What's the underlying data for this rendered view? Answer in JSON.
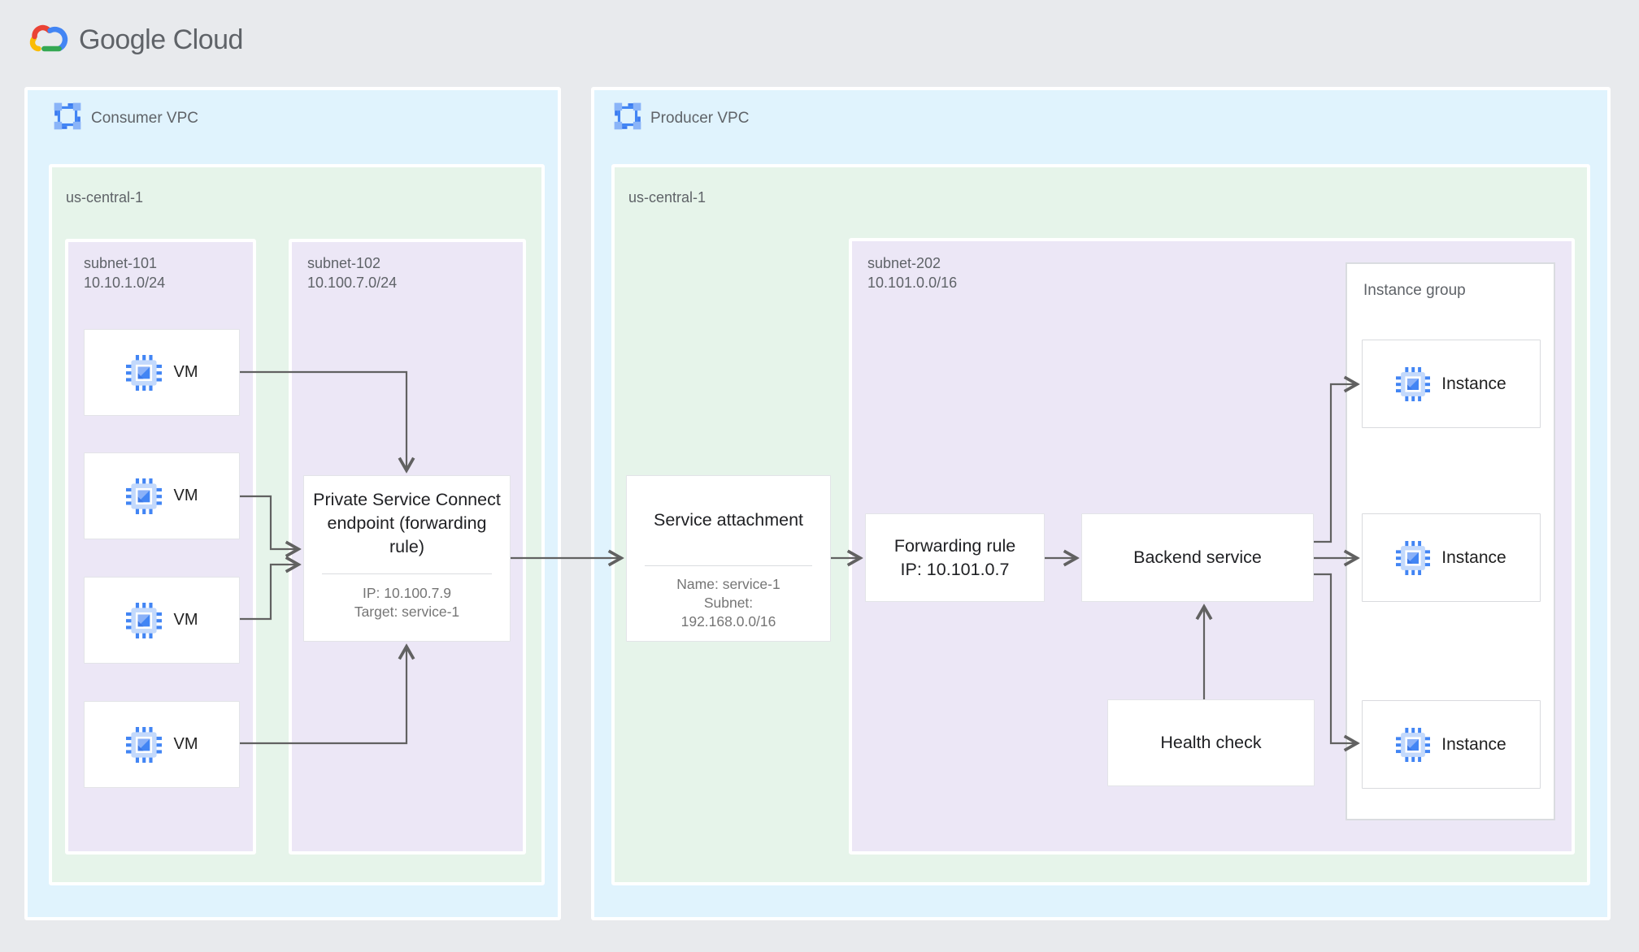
{
  "header": {
    "logo_google": "Google",
    "logo_cloud": " Cloud"
  },
  "consumer_vpc": {
    "label": "Consumer VPC",
    "region": {
      "label": "us-central-1"
    },
    "subnet101": {
      "name": "subnet-101",
      "cidr": "10.10.1.0/24",
      "vms": [
        {
          "label": "VM"
        },
        {
          "label": "VM"
        },
        {
          "label": "VM"
        },
        {
          "label": "VM"
        }
      ]
    },
    "subnet102": {
      "name": "subnet-102",
      "cidr": "10.100.7.0/24",
      "psc_endpoint": {
        "title": "Private Service Connect endpoint",
        "subtitle": "(forwarding rule)",
        "ip": "IP: 10.100.7.9",
        "target": "Target: service-1"
      }
    }
  },
  "producer_vpc": {
    "label": "Producer VPC",
    "region": {
      "label": "us-central-1"
    },
    "service_attachment": {
      "title": "Service attachment",
      "name": "Name: service-1",
      "subnet_line1": "Subnet:",
      "subnet_line2": "192.168.0.0/16"
    },
    "subnet202": {
      "name": "subnet-202",
      "cidr": "10.101.0.0/16",
      "forwarding_rule": {
        "title": "Forwarding rule",
        "ip": "IP: 10.101.0.7"
      },
      "backend_service": {
        "label": "Backend service"
      },
      "health_check": {
        "label": "Health check"
      },
      "instance_group": {
        "label": "Instance group",
        "instances": [
          {
            "label": "Instance"
          },
          {
            "label": "Instance"
          },
          {
            "label": "Instance"
          }
        ]
      }
    }
  },
  "colors": {
    "page_bg": "#e8eaed",
    "vpc_fill": "#e0f3fd",
    "region_fill": "#e6f4ea",
    "subnet_fill": "#ece7f6",
    "connector_line": "#616161",
    "accent_blue": "#4285f4",
    "google_red": "#ea4335",
    "google_yellow": "#fbbc05",
    "google_green": "#34a853",
    "box_border": "#dadce0"
  }
}
